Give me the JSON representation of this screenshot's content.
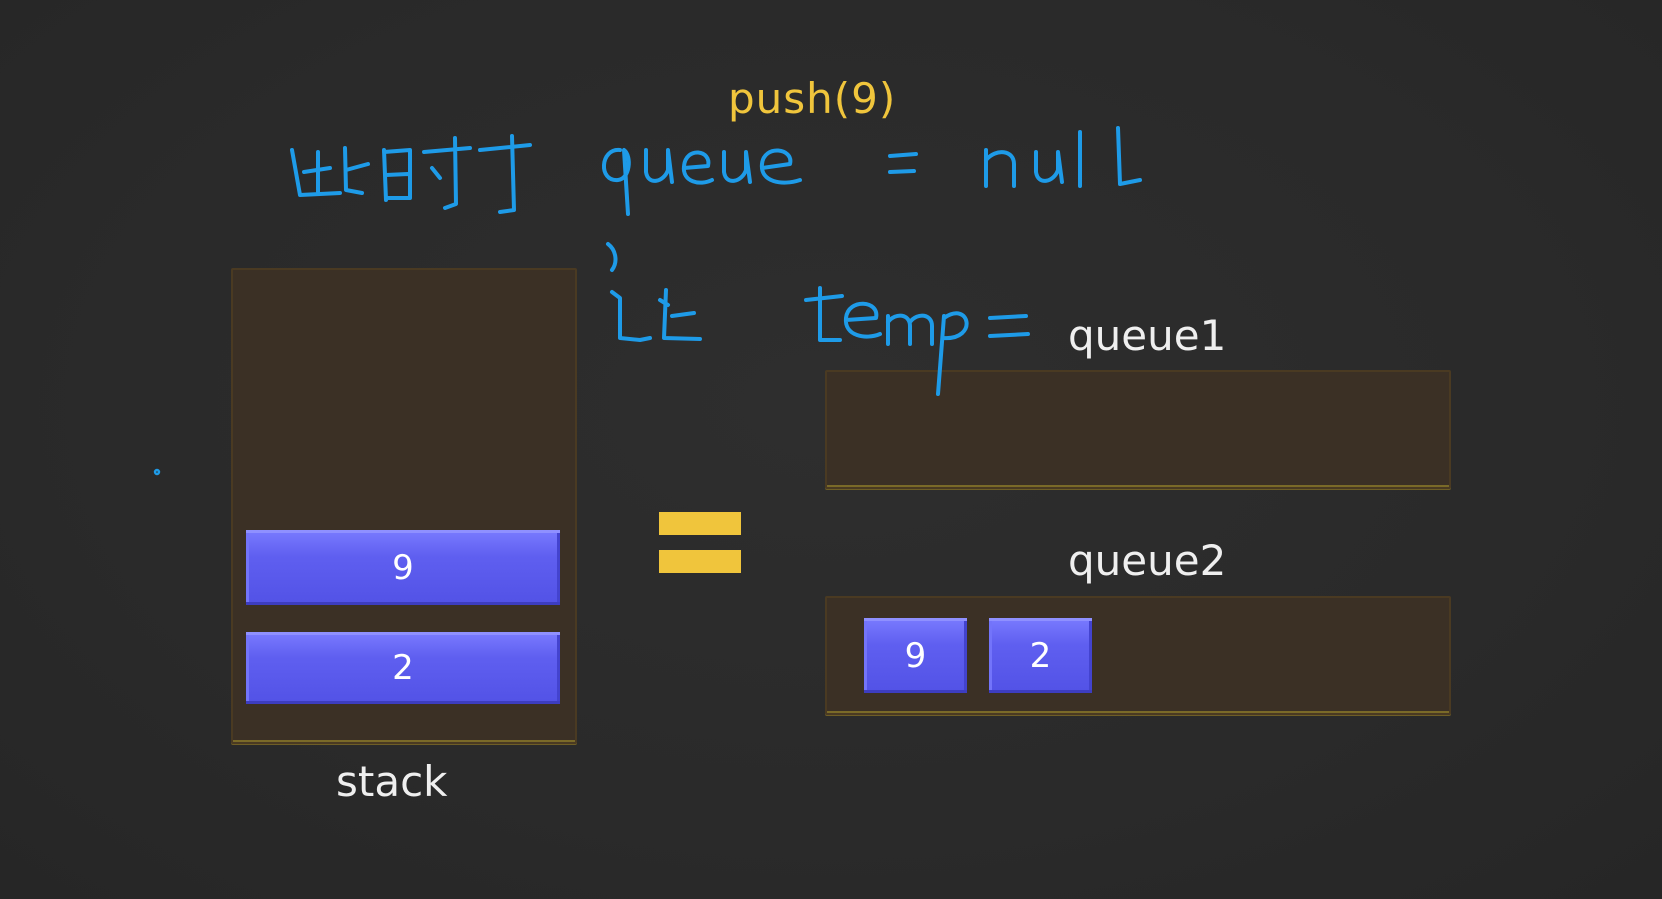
{
  "operation": "push(9)",
  "stack": {
    "label": "stack",
    "items": [
      "9",
      "2"
    ]
  },
  "queue1": {
    "label": "queue1",
    "items": []
  },
  "queue2": {
    "label": "queue2",
    "items": [
      "9",
      "2"
    ]
  },
  "annotations": {
    "line1": "此时 queue = null",
    "line2": "让 temp = queue1"
  },
  "colors": {
    "background": "#2b2b2b",
    "container": "#3b3025",
    "block": "#5a5aef",
    "accent": "#f0c53c",
    "handwriting": "#1e9be8"
  }
}
